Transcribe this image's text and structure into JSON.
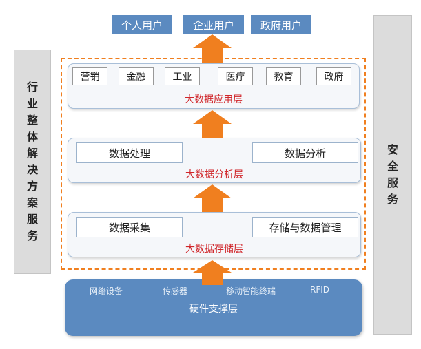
{
  "users": [
    "个人用户",
    "企业用户",
    "政府用户"
  ],
  "left_panel": [
    "行",
    "业",
    "整",
    "体",
    "解",
    "决",
    "方",
    "案",
    "服",
    "务"
  ],
  "right_panel": [
    "安",
    "全",
    "服",
    "务"
  ],
  "application_layer": {
    "title": "大数据应用层",
    "items": [
      "营销",
      "金融",
      "工业",
      "医疗",
      "教育",
      "政府"
    ]
  },
  "analysis_layer": {
    "title": "大数据分析层",
    "items": [
      "数据处理",
      "数据分析"
    ]
  },
  "storage_layer": {
    "title": "大数据存储层",
    "items": [
      "数据采集",
      "存储与数据管理"
    ]
  },
  "hardware_layer": {
    "title": "硬件支撑层",
    "items": [
      "网络设备",
      "传感器",
      "移动智能终端",
      "RFID"
    ]
  },
  "colors": {
    "user_box": "#5b8ac0",
    "hardware": "#5b8ac0",
    "arrow": "#f07f1f",
    "frame": "#f07f1f",
    "layer_title": "#d0262a",
    "side_panel": "#dcdcdc"
  }
}
